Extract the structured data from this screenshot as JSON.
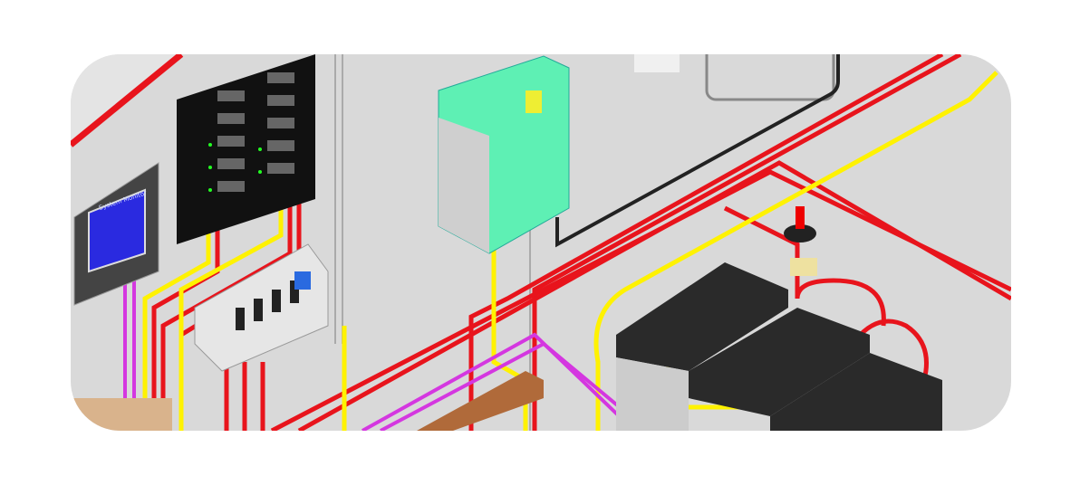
{
  "illustration": {
    "monitor_label": "System Monitor",
    "colors": {
      "wall": "#d9d9d9",
      "wire_red": "#e8141c",
      "wire_yellow": "#fff200",
      "wire_magenta": "#d437e0",
      "wire_black": "#222222",
      "charger": "#5ef0b4",
      "battery": "#2a2a2a",
      "screen": "#2a2ae0"
    },
    "icons": [
      "breaker-panel",
      "system-monitor",
      "battery-charger",
      "fuse-box",
      "battery-switch",
      "batteries",
      "bus-bar"
    ]
  }
}
